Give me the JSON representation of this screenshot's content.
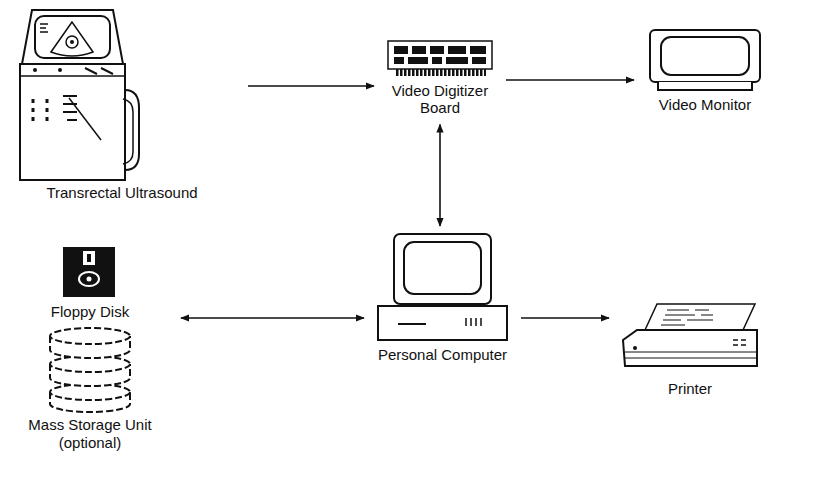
{
  "diagram": {
    "nodes": [
      {
        "text": [
          "Transrectal Ultrasound"
        ]
      },
      {
        "text": [
          "Video Digitizer Board"
        ]
      },
      {
        "text": [
          "Video Monitor"
        ]
      },
      {
        "text": [
          "Floppy Disk",
          "Mass Storage Unit (optional)"
        ]
      },
      {
        "text": [
          "Personal Computer"
        ]
      },
      {
        "text": [
          "Printer"
        ]
      }
    ],
    "edges": [
      {
        "from": 0,
        "to": 1,
        "arrow": "to"
      },
      {
        "from": 1,
        "to": 2,
        "arrow": "to"
      },
      {
        "from": 1,
        "to": 4,
        "arrow": "both"
      },
      {
        "from": 3,
        "to": 4,
        "arrow": "both"
      },
      {
        "from": 4,
        "to": 5,
        "arrow": "to"
      }
    ]
  }
}
